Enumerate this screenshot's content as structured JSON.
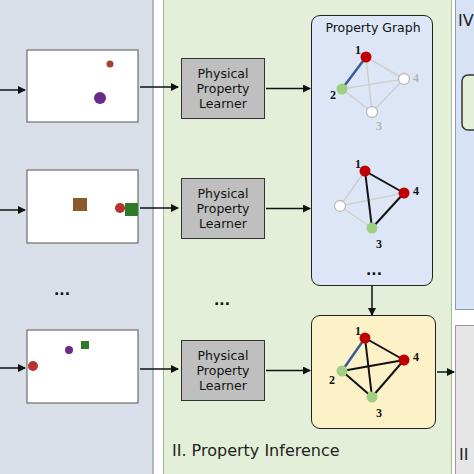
{
  "diagram": {
    "nodes": [
      {
        "text": [
          "II. Property Inference"
        ]
      },
      {
        "text": [
          "Physical Property Learner"
        ],
        "in": 0
      },
      {
        "text": [
          "Physical Property Learner"
        ],
        "in": 0
      },
      {
        "text": [
          "Physical Property Learner"
        ],
        "in": 0
      },
      {
        "text": [
          "Property Graph",
          "1",
          "2",
          "4",
          "3",
          "1",
          "4",
          "3",
          "..."
        ],
        "in": 0
      },
      {
        "text": [
          "1",
          "4",
          "2",
          "3"
        ],
        "in": 0
      },
      {
        "text": [
          "IV"
        ]
      },
      {
        "text": [
          "II"
        ]
      }
    ],
    "edges": [
      {
        "from": 1,
        "to": 4,
        "arrow": "to"
      },
      {
        "from": 2,
        "to": 4,
        "arrow": "to"
      },
      {
        "from": 3,
        "to": 5,
        "arrow": "to"
      },
      {
        "from": 4,
        "to": 5,
        "arrow": "to"
      },
      {
        "from": 5,
        "to": 7,
        "arrow": "to"
      }
    ],
    "labels": [
      "...",
      "..."
    ]
  }
}
